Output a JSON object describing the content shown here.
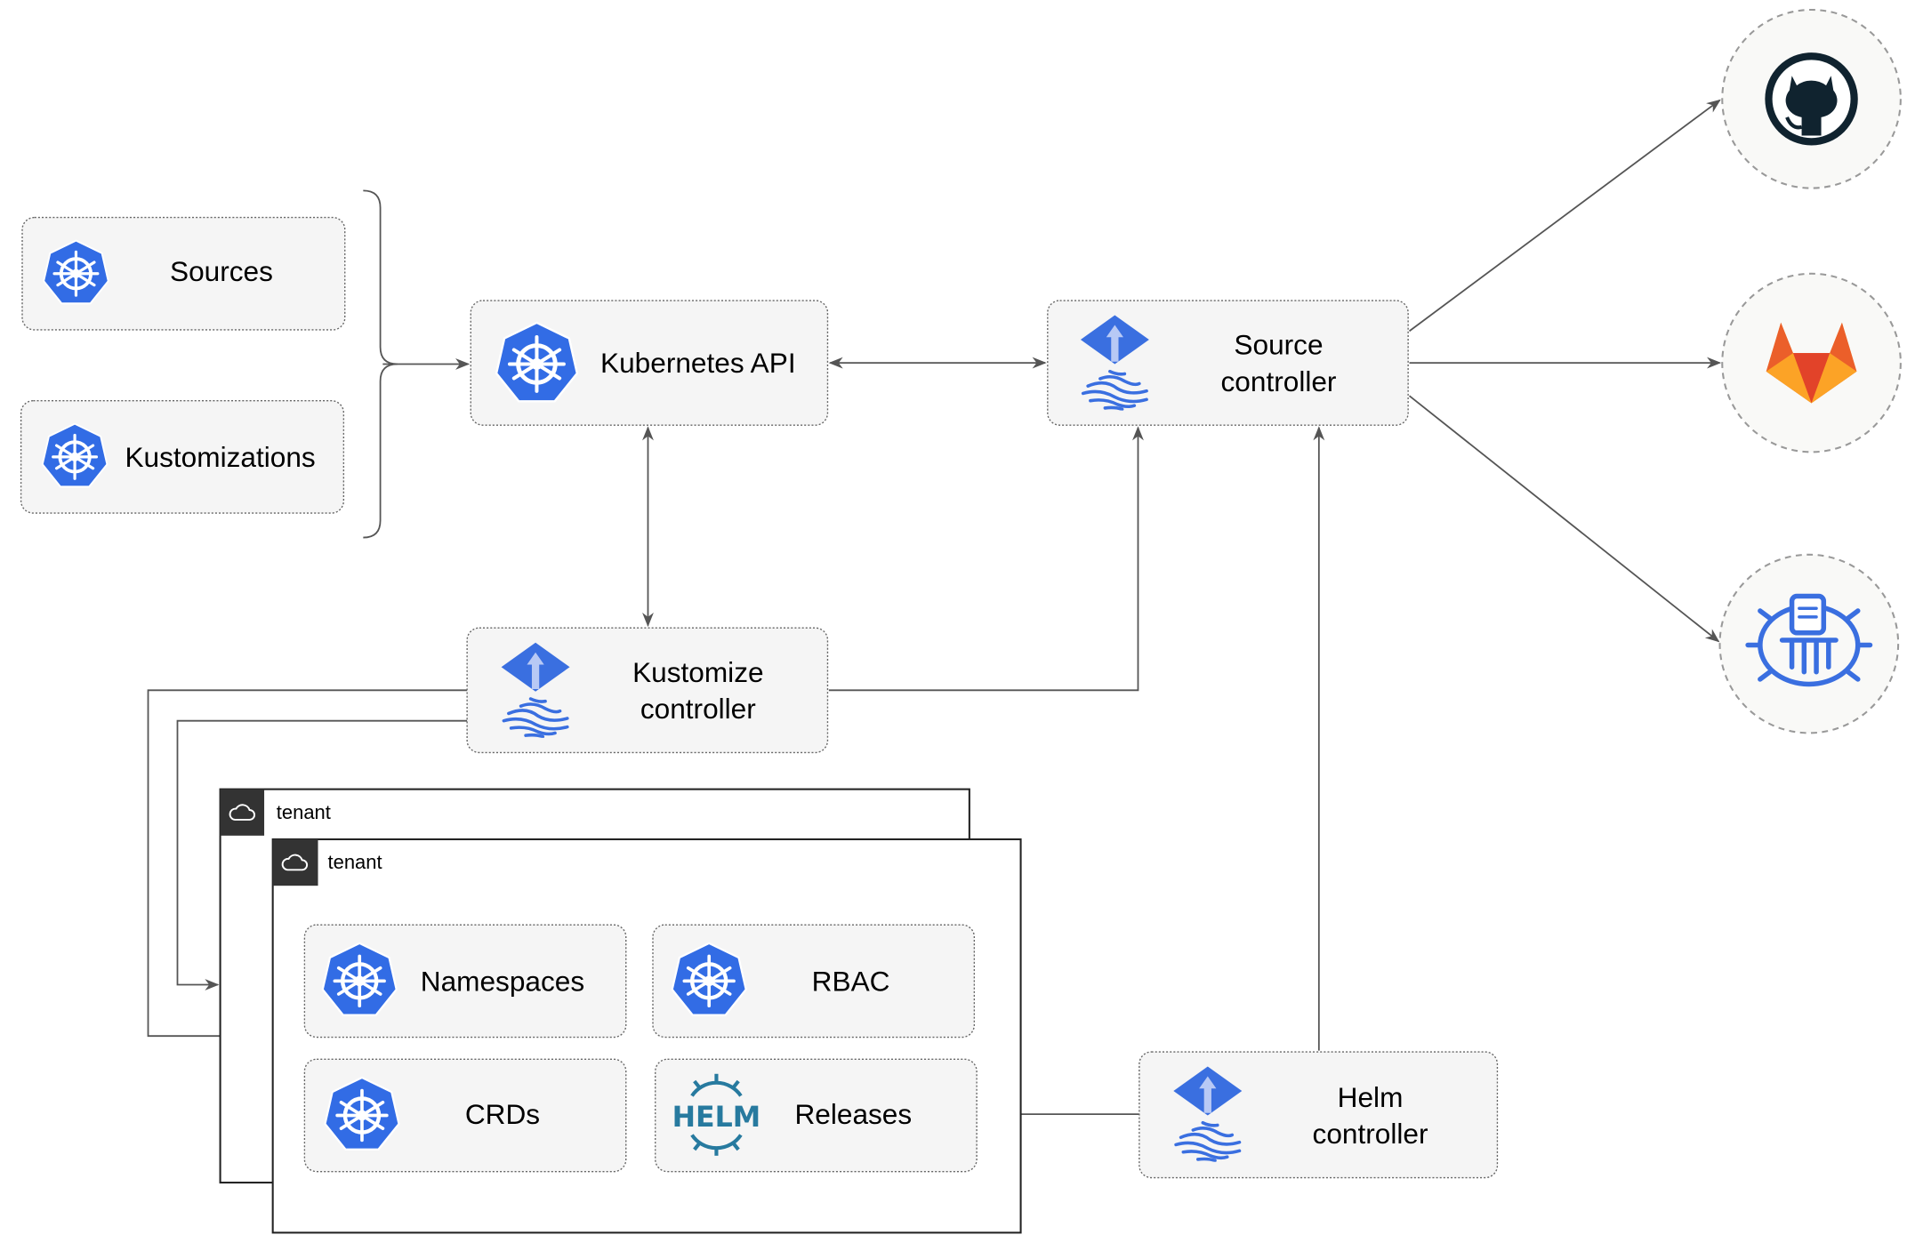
{
  "nodes": {
    "sources": "Sources",
    "kustomizations": "Kustomizations",
    "kubernetes_api": "Kubernetes API",
    "source_controller": [
      "Source",
      "controller"
    ],
    "kustomize_controller": [
      "Kustomize",
      "controller"
    ],
    "helm_controller": [
      "Helm",
      "controller"
    ],
    "namespaces": "Namespaces",
    "rbac": "RBAC",
    "crds": "CRDs",
    "releases": "Releases"
  },
  "tenants": [
    "tenant",
    "tenant"
  ],
  "helm_logo_text": "HELM",
  "external": [
    "github-icon",
    "gitlab-icon",
    "harbor-icon"
  ],
  "colors": {
    "kubernetes_blue": "#326CE5",
    "flux_blue": "#3A6FE0",
    "helm_teal": "#277A9F",
    "gitlab_orange": "#E8532B",
    "github_dark": "#10232F"
  }
}
